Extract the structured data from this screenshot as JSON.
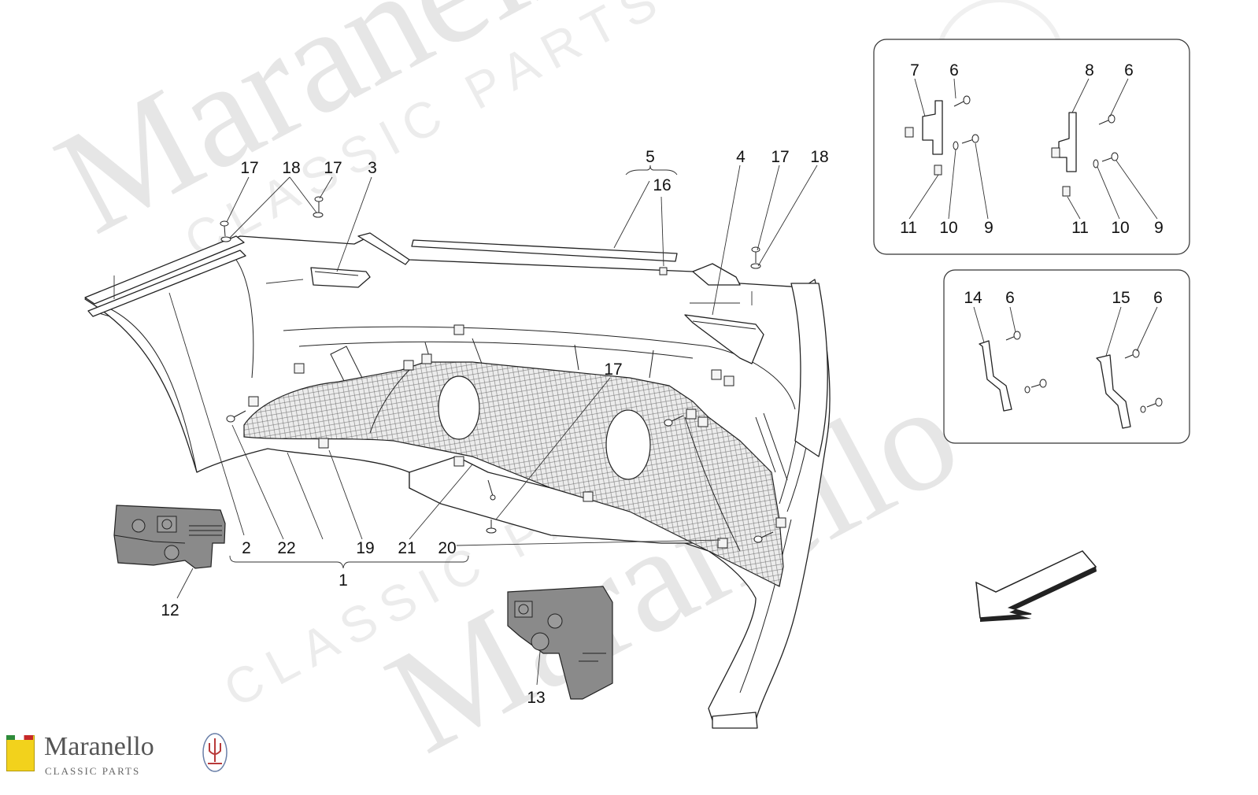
{
  "diagram": {
    "watermark": {
      "brand": "Maranello",
      "tagline": "CLASSIC PARTS"
    },
    "callouts": {
      "c1": "1",
      "c2": "2",
      "c3": "3",
      "c4": "4",
      "c5": "5",
      "c12": "12",
      "c13": "13",
      "c16": "16",
      "c19": "19",
      "c20": "20",
      "c21": "21",
      "c22": "22",
      "c17a": "17",
      "c17b": "17",
      "c17c": "17",
      "c17d": "17",
      "c18a": "18",
      "c18b": "18"
    },
    "inset_a": {
      "left": {
        "bracket": "7",
        "screw": "6",
        "clip": "11",
        "washer": "10",
        "bolt": "9"
      },
      "right": {
        "bracket": "8",
        "screw": "6",
        "clip": "11",
        "washer": "10",
        "bolt": "9"
      }
    },
    "inset_b": {
      "left": {
        "bracket": "14",
        "screw": "6"
      },
      "right": {
        "bracket": "15",
        "screw": "6"
      }
    },
    "direction_arrow": "arrow-icon"
  },
  "logo": {
    "name": "Maranello",
    "sub": "CLASSIC PARTS"
  },
  "colors": {
    "line": "#222222",
    "mesh": "#8c8c8c",
    "sensor_fill": "#8a8a8a",
    "watermark": "#e6e6e6",
    "shield_yellow": "#f2d21c"
  }
}
